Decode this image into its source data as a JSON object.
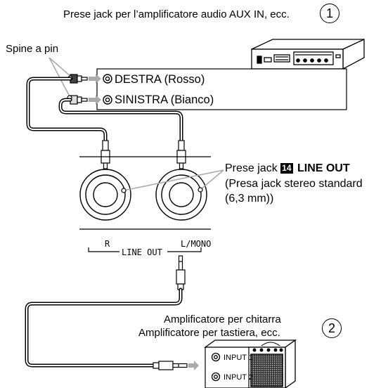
{
  "labels": {
    "title": "Prese jack per l’amplificatore audio AUX IN, ecc.",
    "circled_1": "1",
    "pin_plugs": "Spine a pin",
    "right_jack": "DESTRA (Rosso)",
    "left_jack": "SINISTRA (Bianco)",
    "line_out_title": "Prese jack",
    "line_out_number": "14",
    "line_out_name": "LINE OUT",
    "line_out_desc_1": "(Presa jack stereo standard",
    "line_out_desc_2": "(6,3 mm))",
    "jack_r": "R",
    "jack_lmono": "L/MONO",
    "line_out_bracket": "LINE OUT",
    "amp_line1": "Amplificatore per chitarra",
    "amp_line2": "Amplificatore per tastiera, ecc.",
    "circled_2": "2",
    "input_1": "INPUT 1",
    "input_2": "INPUT 2"
  }
}
